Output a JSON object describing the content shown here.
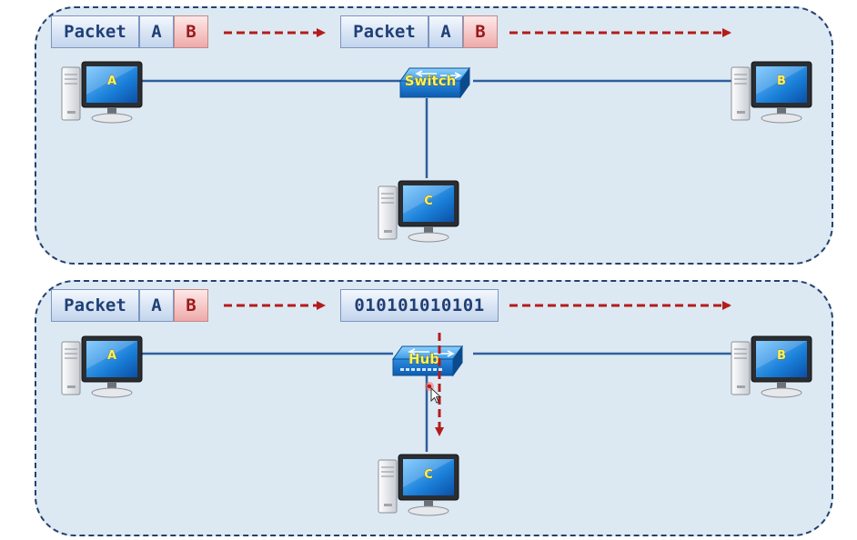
{
  "top_panel": {
    "packet_in": {
      "packet": "Packet",
      "src": "A",
      "dst": "B"
    },
    "packet_out": {
      "packet": "Packet",
      "src": "A",
      "dst": "B"
    },
    "device_label": "Switch",
    "hosts": {
      "a": "A",
      "b": "B",
      "c": "C"
    }
  },
  "bottom_panel": {
    "packet_in": {
      "packet": "Packet",
      "src": "A",
      "dst": "B"
    },
    "bits": "010101010101",
    "device_label": "Hub",
    "hosts": {
      "a": "A",
      "b": "B",
      "c": "C"
    }
  },
  "colors": {
    "panel_background": "#dde9f2",
    "panel_border": "#24406e",
    "arrow": "#b41c1c",
    "link_line": "#2f5f9e",
    "device_label": "#fff25a"
  },
  "icons": [
    "desktop-computer-icon",
    "switch-icon",
    "hub-icon",
    "mouse-cursor-icon"
  ]
}
